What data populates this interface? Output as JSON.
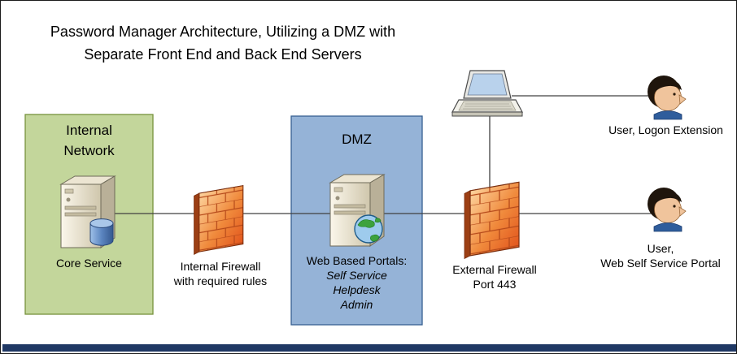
{
  "title": {
    "line1": "Password Manager Architecture, Utilizing a DMZ with",
    "line2": "Separate Front End and Back End Servers"
  },
  "zones": {
    "internal": {
      "name_line1": "Internal",
      "name_line2": "Network",
      "fill": "#c3d69b",
      "border": "#76923c"
    },
    "dmz": {
      "name": "DMZ",
      "fill": "#95b3d7",
      "border": "#376092"
    }
  },
  "nodes": {
    "core_service": {
      "label": "Core Service"
    },
    "internal_firewall": {
      "label_line1": "Internal Firewall",
      "label_line2": "with required rules"
    },
    "web_portals": {
      "heading": "Web Based Portals:",
      "items": [
        "Self Service",
        "Helpdesk",
        "Admin"
      ]
    },
    "external_firewall": {
      "label_line1": "External Firewall",
      "label_line2": "Port 443"
    },
    "user_logon_extension": {
      "label": "User, Logon Extension"
    },
    "user_web_portal": {
      "label_line1": "User,",
      "label_line2": "Web Self Service Portal"
    }
  },
  "icons": {
    "server": "server-tower-icon",
    "database": "database-cylinder-icon",
    "globe": "globe-icon",
    "firewall": "brick-wall-firewall-icon",
    "laptop": "laptop-icon",
    "user": "person-profile-icon"
  },
  "footer": {
    "bar_color": "#1f3864"
  }
}
